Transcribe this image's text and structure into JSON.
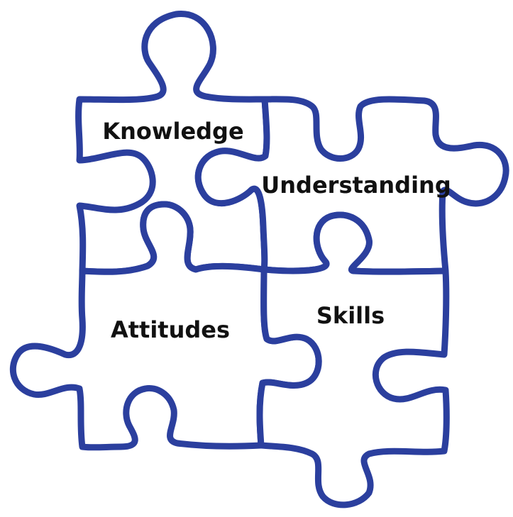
{
  "pieces": {
    "top_left": {
      "label": "Knowledge"
    },
    "top_right": {
      "label": "Understanding"
    },
    "bottom_left": {
      "label": "Attitudes"
    },
    "bottom_right": {
      "label": "Skills"
    }
  },
  "colors": {
    "outline": "#2b3f9e",
    "text": "#111111",
    "background": "#ffffff"
  }
}
